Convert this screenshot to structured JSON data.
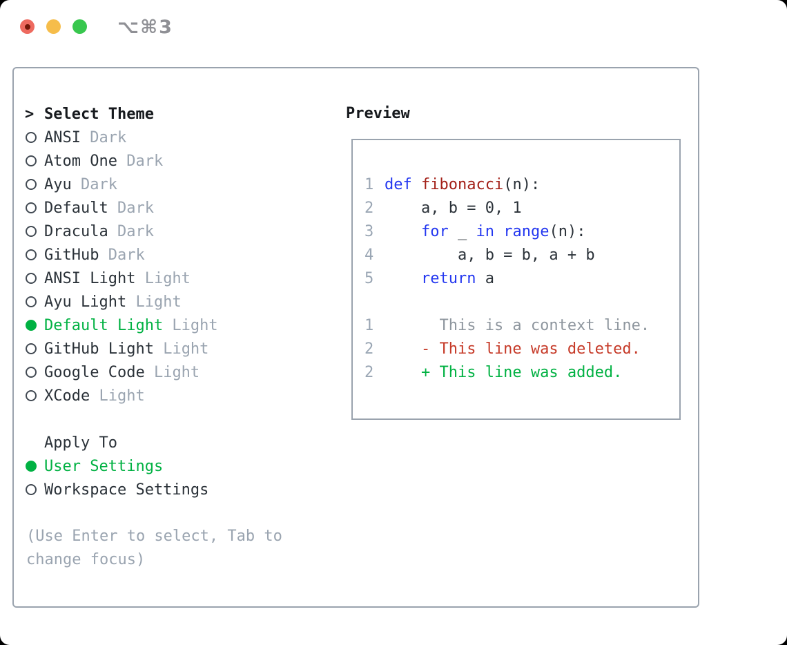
{
  "window": {
    "title": "⌥⌘3"
  },
  "colors": {
    "accent_green": "#00b142",
    "keyword_blue": "#2337f0",
    "function_red": "#a32018",
    "deleted_red": "#c63a28",
    "added_green": "#00b142",
    "context_gray": "#8e969e",
    "muted_gray": "#9aa4b0",
    "text_dark": "#2a3138",
    "heading_black": "#16191d",
    "border_gray": "#9aa3ae",
    "line_number_gray": "#9aa6b4",
    "titlebar_gray": "#8f9095",
    "close_red": "#ee6a5f",
    "minimize_yellow": "#f6bd4a",
    "zoom_green": "#38c74e"
  },
  "theme_picker": {
    "header_marker": ">",
    "header": "Select Theme",
    "items": [
      {
        "name": "ANSI",
        "variant": "Dark",
        "selected": false
      },
      {
        "name": "Atom One",
        "variant": "Dark",
        "selected": false
      },
      {
        "name": "Ayu",
        "variant": "Dark",
        "selected": false
      },
      {
        "name": "Default",
        "variant": "Dark",
        "selected": false
      },
      {
        "name": "Dracula",
        "variant": "Dark",
        "selected": false
      },
      {
        "name": "GitHub",
        "variant": "Dark",
        "selected": false
      },
      {
        "name": "ANSI Light",
        "variant": "Light",
        "selected": false
      },
      {
        "name": "Ayu Light",
        "variant": "Light",
        "selected": false
      },
      {
        "name": "Default Light",
        "variant": "Light",
        "selected": true
      },
      {
        "name": "GitHub Light",
        "variant": "Light",
        "selected": false
      },
      {
        "name": "Google Code",
        "variant": "Light",
        "selected": false
      },
      {
        "name": "XCode",
        "variant": "Light",
        "selected": false
      }
    ]
  },
  "apply_to": {
    "header": "Apply To",
    "items": [
      {
        "label": "User Settings",
        "selected": true
      },
      {
        "label": "Workspace Settings",
        "selected": false
      }
    ]
  },
  "hint": "(Use Enter to select, Tab to\nchange focus)",
  "preview": {
    "header": "Preview",
    "lines": [
      {
        "num": "1",
        "tokens": [
          {
            "t": "def",
            "c": "kw"
          },
          {
            "t": " ",
            "c": "plain"
          },
          {
            "t": "fibonacci",
            "c": "fn"
          },
          {
            "t": "(n):",
            "c": "plain"
          }
        ]
      },
      {
        "num": "2",
        "tokens": [
          {
            "t": "    a, b = 0, 1",
            "c": "plain"
          }
        ]
      },
      {
        "num": "3",
        "tokens": [
          {
            "t": "    ",
            "c": "plain"
          },
          {
            "t": "for",
            "c": "kw"
          },
          {
            "t": " _ ",
            "c": "plain"
          },
          {
            "t": "in",
            "c": "kw"
          },
          {
            "t": " ",
            "c": "plain"
          },
          {
            "t": "range",
            "c": "kw"
          },
          {
            "t": "(n):",
            "c": "plain"
          }
        ]
      },
      {
        "num": "4",
        "tokens": [
          {
            "t": "        a, b = b, a + b",
            "c": "plain"
          }
        ]
      },
      {
        "num": "5",
        "tokens": [
          {
            "t": "    ",
            "c": "plain"
          },
          {
            "t": "return",
            "c": "kw"
          },
          {
            "t": " a",
            "c": "plain"
          }
        ]
      },
      {
        "num": "",
        "tokens": []
      },
      {
        "num": "1",
        "tokens": [
          {
            "t": "      This is a context line.",
            "c": "ctx"
          }
        ]
      },
      {
        "num": "2",
        "tokens": [
          {
            "t": "    - This line was deleted.",
            "c": "del"
          }
        ]
      },
      {
        "num": "2",
        "tokens": [
          {
            "t": "    + This line was added.",
            "c": "add"
          }
        ]
      }
    ]
  }
}
